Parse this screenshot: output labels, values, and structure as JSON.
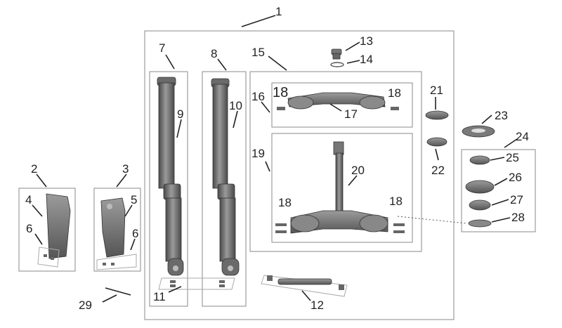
{
  "diagram": {
    "callouts": [
      {
        "id": "c1",
        "label": "1"
      },
      {
        "id": "c2",
        "label": "2"
      },
      {
        "id": "c3",
        "label": "3"
      },
      {
        "id": "c4",
        "label": "4"
      },
      {
        "id": "c5",
        "label": "5"
      },
      {
        "id": "c6a",
        "label": "6"
      },
      {
        "id": "c6b",
        "label": "6"
      },
      {
        "id": "c7",
        "label": "7"
      },
      {
        "id": "c8",
        "label": "8"
      },
      {
        "id": "c9",
        "label": "9"
      },
      {
        "id": "c10",
        "label": "10"
      },
      {
        "id": "c11",
        "label": "11"
      },
      {
        "id": "c12",
        "label": "12"
      },
      {
        "id": "c13",
        "label": "13"
      },
      {
        "id": "c14",
        "label": "14"
      },
      {
        "id": "c15",
        "label": "15"
      },
      {
        "id": "c16",
        "label": "16"
      },
      {
        "id": "c17",
        "label": "17"
      },
      {
        "id": "c18a",
        "label": "18"
      },
      {
        "id": "c18b",
        "label": "18"
      },
      {
        "id": "c18c",
        "label": "18"
      },
      {
        "id": "c18d",
        "label": "18"
      },
      {
        "id": "c19",
        "label": "19"
      },
      {
        "id": "c20",
        "label": "20"
      },
      {
        "id": "c21",
        "label": "21"
      },
      {
        "id": "c22",
        "label": "22"
      },
      {
        "id": "c23",
        "label": "23"
      },
      {
        "id": "c24",
        "label": "24"
      },
      {
        "id": "c25",
        "label": "25"
      },
      {
        "id": "c26",
        "label": "26"
      },
      {
        "id": "c27",
        "label": "27"
      },
      {
        "id": "c28",
        "label": "28"
      },
      {
        "id": "c29",
        "label": "29"
      }
    ],
    "colors": {
      "part_dark": "#5e5e5e",
      "part_mid": "#7a7a7a",
      "part_light": "#a5a5a5",
      "box_stroke": "#888888",
      "text": "#222222"
    }
  }
}
